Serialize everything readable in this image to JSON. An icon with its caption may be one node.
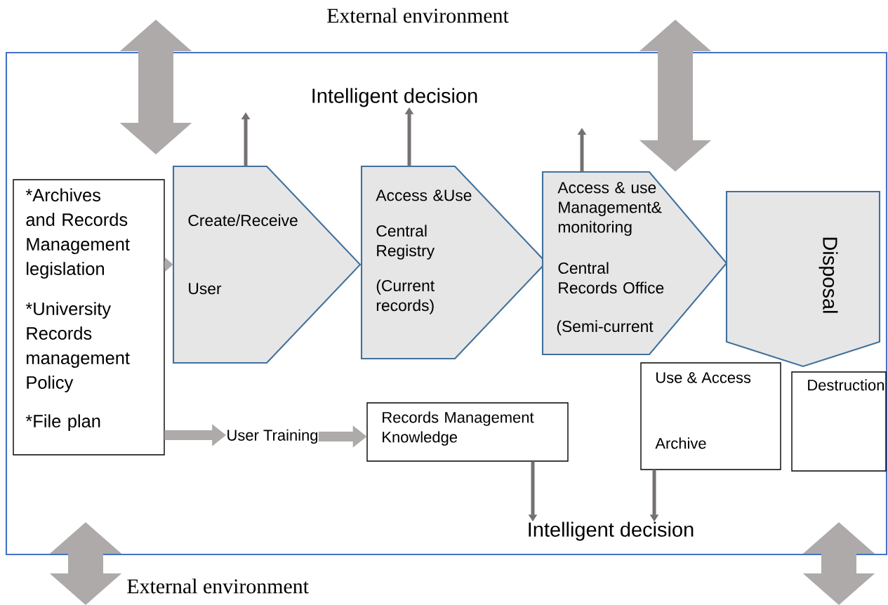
{
  "diagram": {
    "nodes": [
      {
        "text": [],
        "shape": "box"
      },
      {
        "text": [
          "Intelligent decision"
        ],
        "in": 0
      },
      {
        "text": [
          "*Archives and Records Management legislation",
          "*University Records management Policy",
          "*File plan"
        ],
        "in": 0
      },
      {
        "text": [
          "Create/Receive",
          "User"
        ],
        "in": 0
      },
      {
        "text": [
          "Access &Use",
          "Central Registry",
          "(Current records)"
        ],
        "in": 0
      },
      {
        "text": [
          "Access & use Management& monitoring",
          "Central Records Office",
          "(Semi-current"
        ],
        "in": 0
      },
      {
        "text": [
          "Disposal"
        ],
        "in": 0
      },
      {
        "text": [
          "Use & Access",
          "Archive"
        ],
        "in": 0
      },
      {
        "text": [
          "Destruction"
        ],
        "in": 0
      },
      {
        "text": [
          "User Training"
        ],
        "in": 0
      },
      {
        "text": [
          "Records Management Knowledge"
        ],
        "in": 0
      },
      {
        "text": [
          "Intelligent decision"
        ],
        "in": 0
      }
    ],
    "edges": [
      {
        "from": null,
        "to": 0,
        "arrow": "both",
        "style": "thick"
      },
      {
        "from": null,
        "to": 5,
        "arrow": "both",
        "style": "thick"
      },
      {
        "from": null,
        "to": 0,
        "arrow": "both",
        "style": "thick"
      },
      {
        "from": null,
        "to": 0,
        "arrow": "both",
        "style": "thick"
      },
      {
        "from": 2,
        "to": 3,
        "arrow": "to"
      },
      {
        "from": 3,
        "to": null,
        "arrow": "to",
        "color": "#767171"
      },
      {
        "from": 4,
        "to": 1,
        "arrow": "to",
        "color": "#767171"
      },
      {
        "from": 5,
        "to": null,
        "arrow": "to",
        "color": "#767171"
      },
      {
        "from": 10,
        "to": 11,
        "arrow": "to",
        "color": "#767171"
      },
      {
        "from": 7,
        "to": 11,
        "arrow": "to",
        "color": "#767171"
      },
      {
        "from": 2,
        "to": 9,
        "arrow": "to"
      },
      {
        "from": 9,
        "to": 10,
        "arrow": "to"
      }
    ],
    "labels": [
      "External environment",
      "External environment"
    ]
  }
}
